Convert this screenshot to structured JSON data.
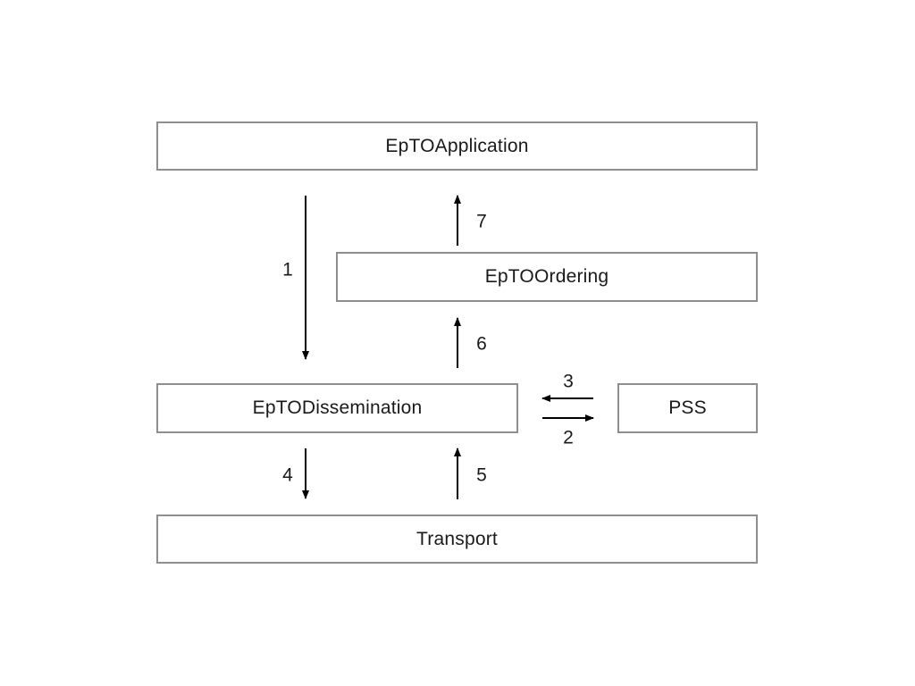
{
  "layers": {
    "application": "EpTOApplication",
    "ordering": "EpTOOrdering",
    "dissemination": "EpTODissemination",
    "pss": "PSS",
    "transport": "Transport"
  },
  "steps": {
    "s1": "1",
    "s2": "2",
    "s3": "3",
    "s4": "4",
    "s5": "5",
    "s6": "6",
    "s7": "7"
  },
  "colors": {
    "box_border": "#8e8e8e",
    "arrow": "#000000",
    "text": "#1a1a1a"
  }
}
